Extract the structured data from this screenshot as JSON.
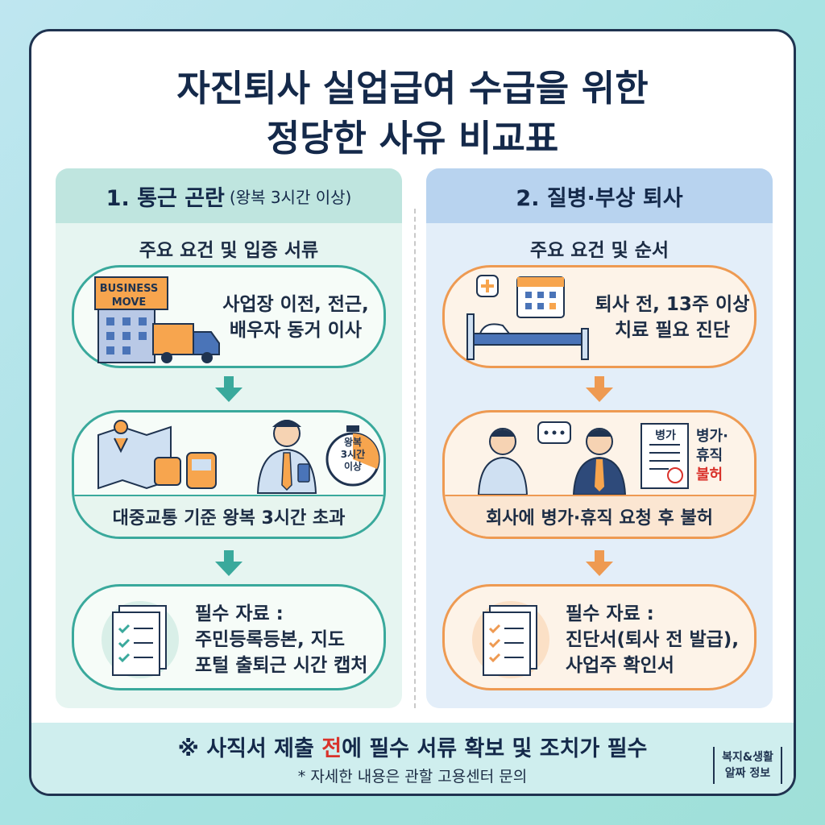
{
  "title": {
    "line1": "자진퇴사 실업급여 수급을 위한",
    "line2": "정당한 사유 비교표"
  },
  "left": {
    "heading": "1. 통근 곤란",
    "heading_sub": "(왕복 3시간 이상)",
    "subheading": "주요 요건 및 입증 서류",
    "step1": {
      "sign_line1": "BUSINESS",
      "sign_line2": "MOVE",
      "line1": "사업장 이전, 전근,",
      "line2": "배우자 동거 이사"
    },
    "step2": {
      "timer_line1": "왕복",
      "timer_line2": "3시간",
      "timer_line3": "이상",
      "band": "대중교통 기준 왕복 3시간 초과"
    },
    "step3": {
      "line1": "필수 자료 :",
      "line2": "주민등록등본, 지도",
      "line3": "포털 출퇴근 시간 캡처"
    }
  },
  "right": {
    "heading": "2. 질병·부상 퇴사",
    "subheading": "주요 요건 및 순서",
    "step1": {
      "line1": "퇴사 전, 13주 이상",
      "line2": "치료 필요 진단"
    },
    "step2": {
      "doc_title": "병가",
      "side_line1": "병가·",
      "side_line2": "휴직",
      "side_line3": "불허",
      "band": "회사에 병가·휴직 요청 후 불허"
    },
    "step3": {
      "line1": "필수 자료 :",
      "line2": "진단서(퇴사 전 발급),",
      "line3": "사업주 확인서"
    }
  },
  "footer": {
    "notice_before": "※ 사직서 제출 ",
    "notice_highlight": "전",
    "notice_after": "에 필수 서류 확보 및 조치가 필수",
    "note": "* 자세한 내용은 관할 고용센터 문의",
    "brand_line1": "복지&생활",
    "brand_line2": "알짜 정보"
  },
  "colors": {
    "navy": "#14294a",
    "teal": "#3aa99c",
    "orange": "#ee9a52",
    "red": "#d9322b"
  }
}
